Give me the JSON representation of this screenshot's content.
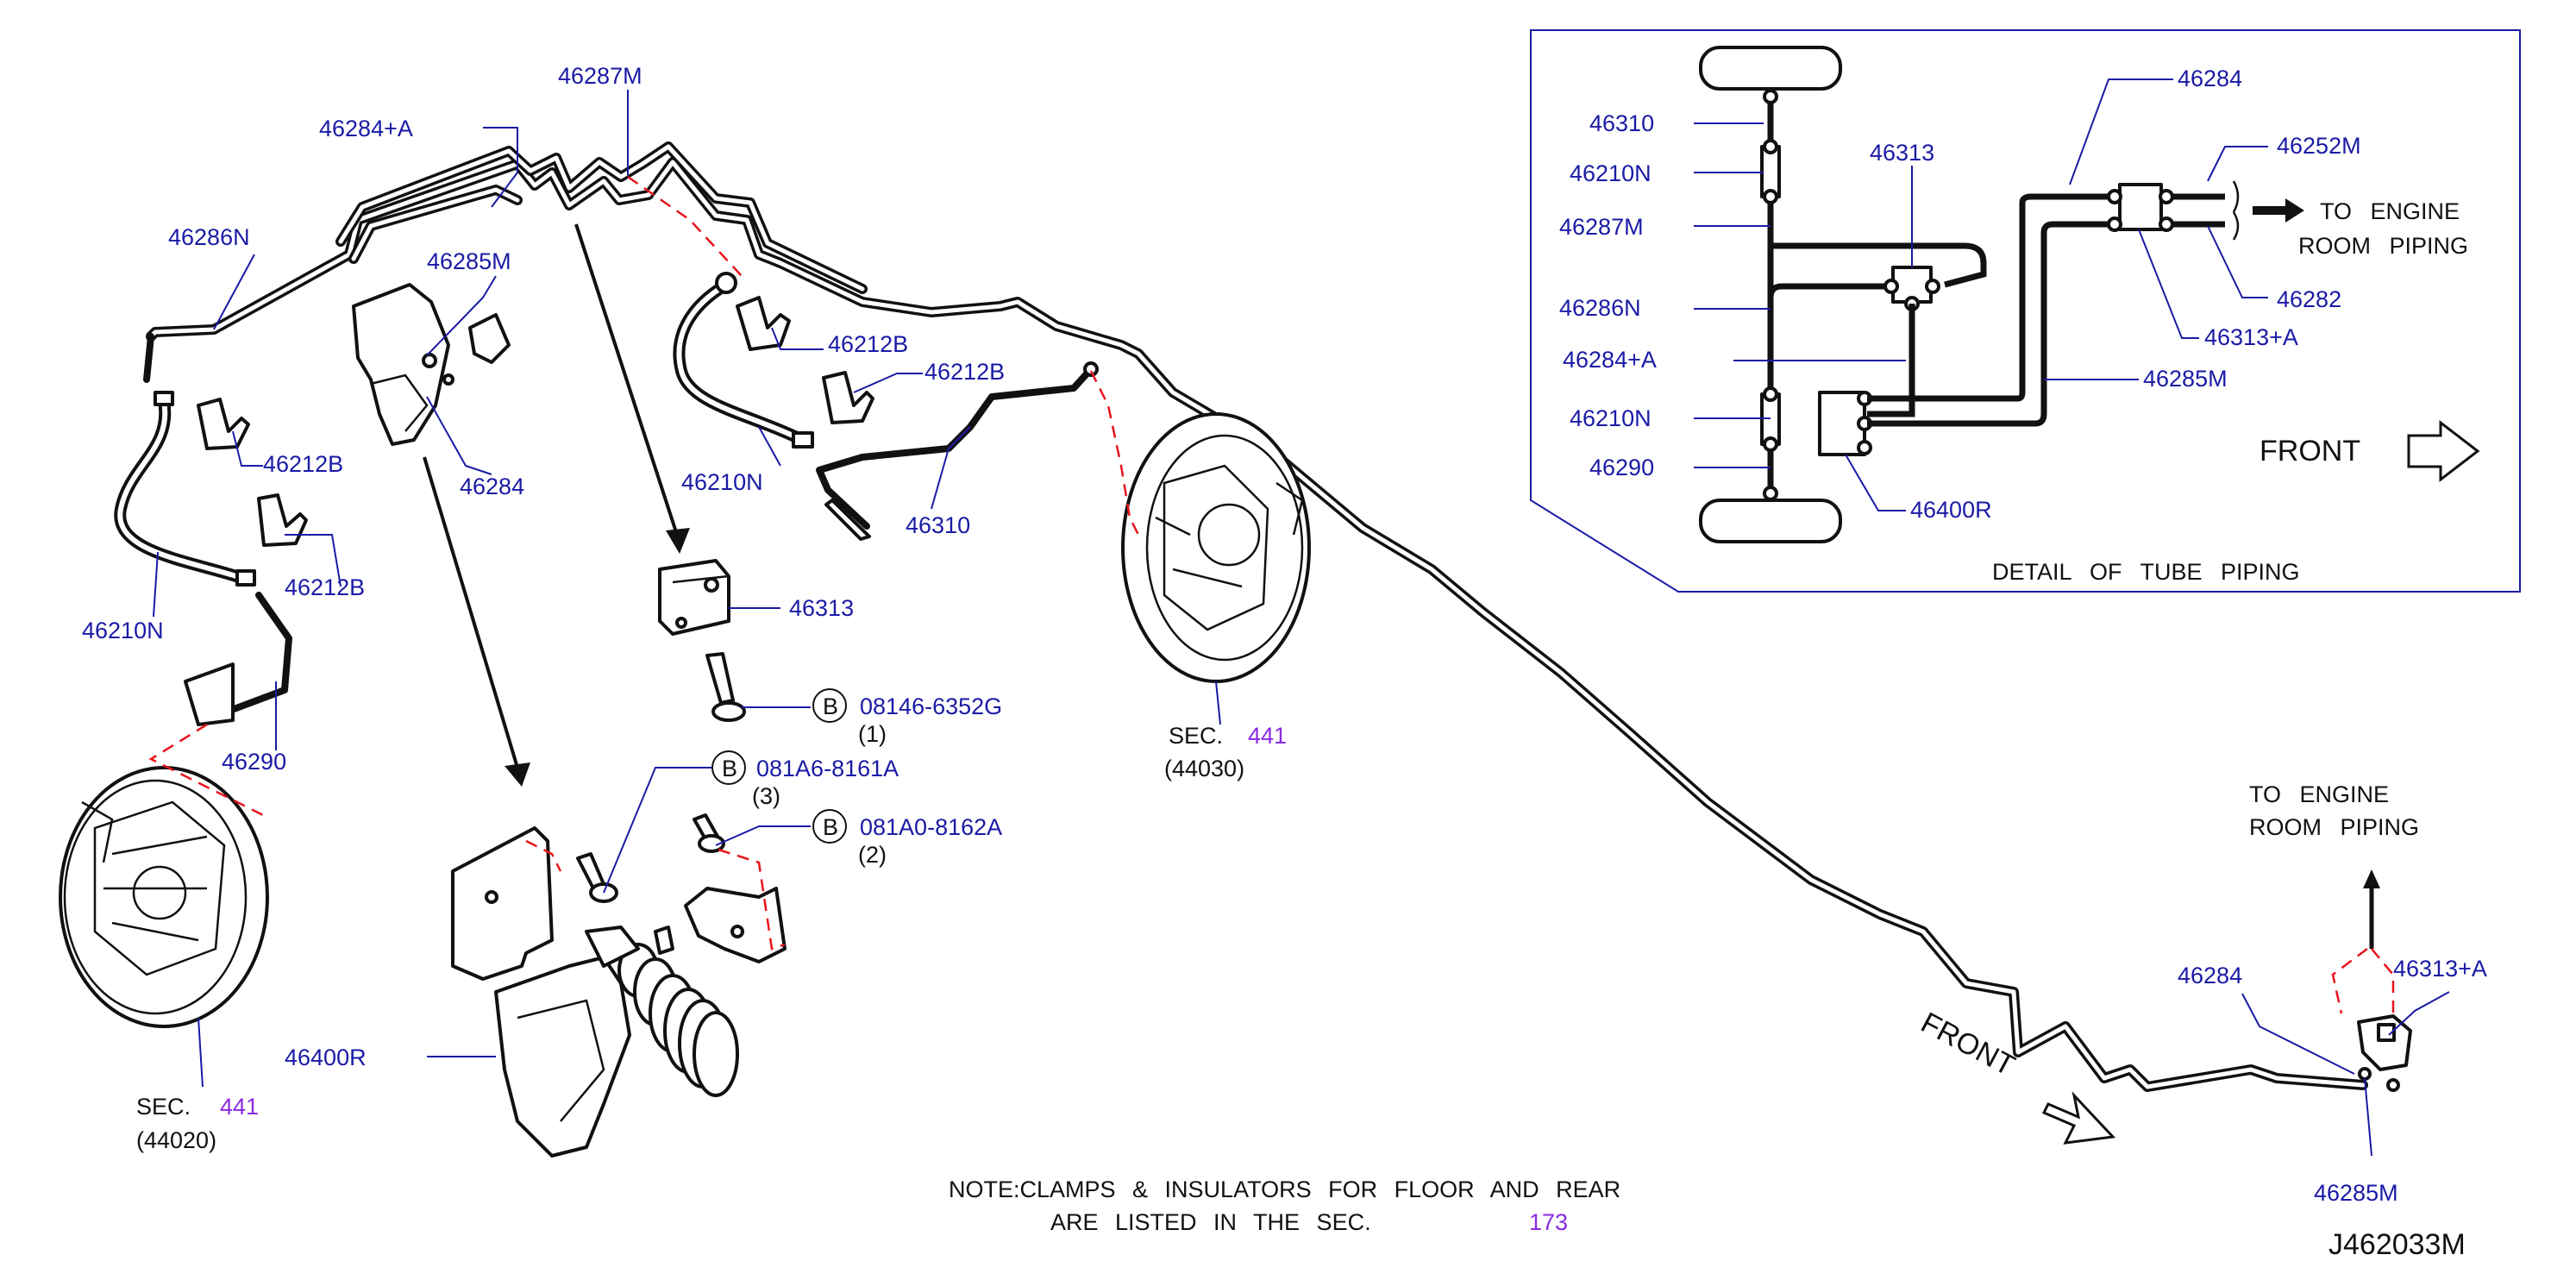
{
  "labels": {
    "p46287M_top": "46287M",
    "p46284A_top": "46284+A",
    "p46286N": "46286N",
    "p46285M_top": "46285M",
    "p46212B_a": "46212B",
    "p46212B_b": "46212B",
    "p46212B_c": "46212B",
    "p46212B_d": "46212B",
    "p46284_mid": "46284",
    "p46210N_left": "46210N",
    "p46210N_mid": "46210N",
    "p46290": "46290",
    "p46310": "46310",
    "p46313": "46313",
    "p46400R": "46400R",
    "p46284_br": "46284",
    "p46313A_br": "46313+A",
    "p46285M_br": "46285M"
  },
  "bolts": [
    {
      "marker": "B",
      "part": "08146-6352G",
      "qty": "(1)"
    },
    {
      "marker": "B",
      "part": "081A6-8161A",
      "qty": "(3)"
    },
    {
      "marker": "B",
      "part": "081A0-8162A",
      "qty": "(2)"
    }
  ],
  "sections": {
    "sec_prefix": "SEC.",
    "right_num": "441",
    "right_sub": "(44030)",
    "left_num": "441",
    "left_sub": "(44020)"
  },
  "detail": {
    "labels": {
      "d46310": "46310",
      "d46210N_a": "46210N",
      "d46287M": "46287M",
      "d46286N": "46286N",
      "d46284A": "46284+A",
      "d46210N_b": "46210N",
      "d46290": "46290",
      "d46313": "46313",
      "d46284": "46284",
      "d46252M": "46252M",
      "d46282": "46282",
      "d46313A": "46313+A",
      "d46285M": "46285M",
      "d46400R": "46400R"
    },
    "to_engine_line1": "TO ENGINE",
    "to_engine_line2": "ROOM PIPING",
    "front": "FRONT",
    "caption": "DETAIL OF TUBE PIPING"
  },
  "bottom_right": {
    "to_engine_line1": "TO ENGINE",
    "to_engine_line2": "ROOM PIPING",
    "front": "FRONT"
  },
  "note": {
    "line1": "NOTE:CLAMPS & INSULATORS FOR FLOOR AND REAR",
    "line2": "ARE LISTED IN THE SEC.",
    "sec_num": "173"
  },
  "diagram_id": "J462033M",
  "colors": {
    "label_blue": "#1a1aa6",
    "section_purple": "#8a2be2",
    "phantom_red": "#e8141b",
    "ink": "#111111"
  }
}
